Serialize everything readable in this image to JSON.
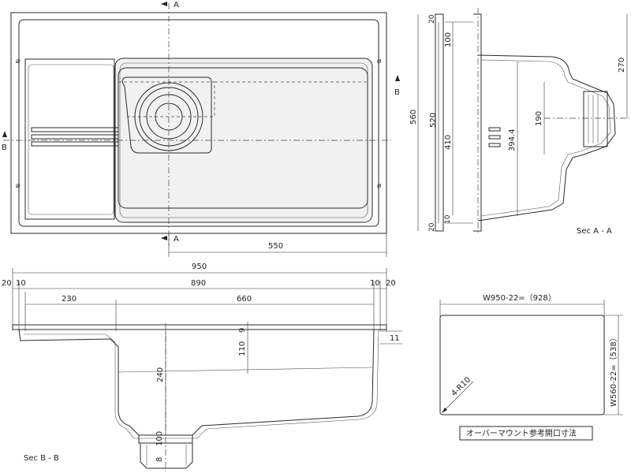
{
  "labels": {
    "sec_a_marker_top": "A",
    "sec_a_marker_bottom": "A",
    "sec_b_marker_left": "B",
    "sec_b_marker_right": "B",
    "sec_a_title": "Sec A - A",
    "sec_b_title": "Sec B - B",
    "opening_note": "オーバーマウント参考開口寸法"
  },
  "plan_dims": {
    "d550": "550"
  },
  "sec_a_dims": {
    "d560": "560",
    "d520": "520",
    "d20_top": "20",
    "d100": "100",
    "d410": "410",
    "d10": "10",
    "d20_bottom": "20",
    "d394": "394.4",
    "d190": "190",
    "d270": "270"
  },
  "sec_b_dims": {
    "d950": "950",
    "d20_left": "20",
    "d10_left": "10",
    "d890": "890",
    "d10_right": "10",
    "d20_right": "20",
    "d230": "230",
    "d660": "660",
    "d9": "9",
    "d110": "110",
    "d240": "240",
    "d11": "11",
    "d100": "100",
    "d8": "8"
  },
  "opening_dims": {
    "width": "W950-22=（928）",
    "height": "W560-22=（538）",
    "radius": "4-R10"
  }
}
